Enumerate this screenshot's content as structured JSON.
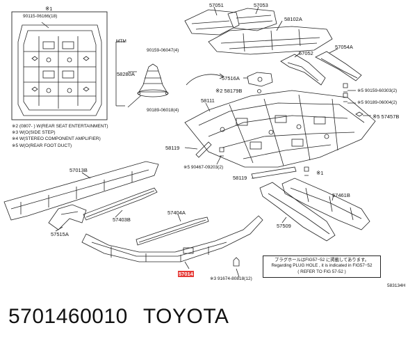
{
  "inset": {
    "mark": "※1",
    "part": "90115-06166(18)"
  },
  "mtm_label": "MTM",
  "labels": {
    "p57051": "57051",
    "p57053": "57053",
    "p58102A": "58102A",
    "p57052": "57052",
    "p57054A": "57054A",
    "p90159_06047": "90159-06047(4)",
    "p58280A": "58280A",
    "p90189_06018": "90189-06018(4)",
    "p57516A": "57516A",
    "p58179B": "※2 58179B",
    "p58111": "58111",
    "p90159_60303": "※5 90159-60303(2)",
    "p90189_06004": "※5 90189-06004(2)",
    "p57457B": "※5 57457B",
    "p58119a": "58119",
    "p90467_09203": "※5 90467-09203(2)",
    "p58119b": "58119",
    "mark1_right": "※1",
    "p57013B": "57013B",
    "p57461B": "57461B",
    "p57515A": "57515A",
    "p57403B": "57403B",
    "p57404A": "57404A",
    "p57509": "57509",
    "p57014_highlight": "57014",
    "p91674_80818": "※3 91674-80818(12)",
    "drawing_no": "583134H"
  },
  "notes": [
    "※2 (0807-        ) W(REAR SEAT ENTERTAINMENT)",
    "※3 W(O(SIDE STEP)",
    "※4 W(STEREO COMPONENT AMPLIFIER)",
    "※5 W(O(REAR FOOT DUCT)"
  ],
  "note_box": {
    "line1": "プラグホールはFIG57−52 に掲載してあります。",
    "line2": "Regarding PLUG HOLE , it is indicated in FIG57−52",
    "line3": "( REFER TO FIG 57-52 )"
  },
  "caption": {
    "part_number": "5701460010",
    "brand": "TOYOTA"
  },
  "colors": {
    "highlight": "#e53935",
    "line": "#222222"
  }
}
